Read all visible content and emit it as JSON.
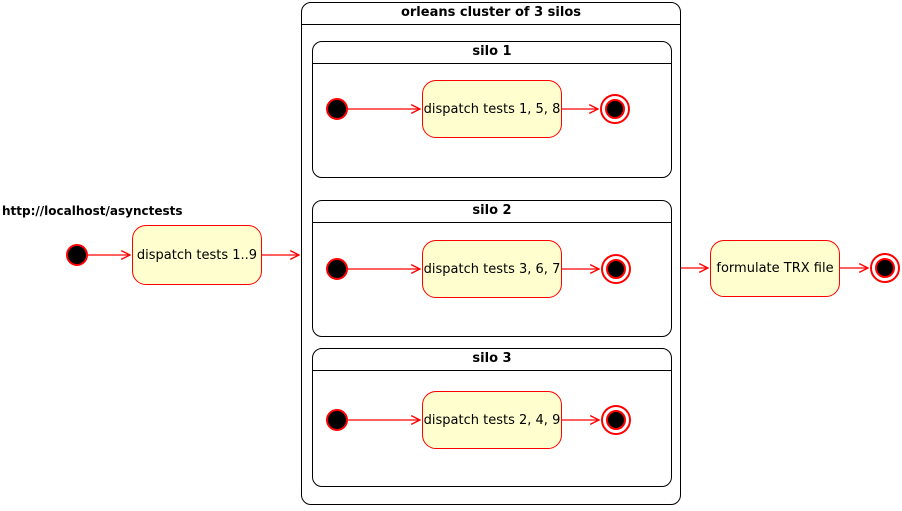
{
  "diagram": {
    "entry_label": "http://localhost/asynctests",
    "nodes": {
      "dispatch_all": "dispatch tests 1..9",
      "formulate_trx": "formulate TRX file"
    },
    "cluster": {
      "title": "orleans cluster of 3 silos",
      "silos": [
        {
          "title": "silo 1",
          "activity": "dispatch tests 1, 5, 8"
        },
        {
          "title": "silo 2",
          "activity": "dispatch tests 3, 6, 7"
        },
        {
          "title": "silo 3",
          "activity": "dispatch tests 2, 4, 9"
        }
      ]
    },
    "colors": {
      "flow": "#ff0000",
      "activity_fill": "#fefece",
      "frame_border": "#000000"
    }
  }
}
